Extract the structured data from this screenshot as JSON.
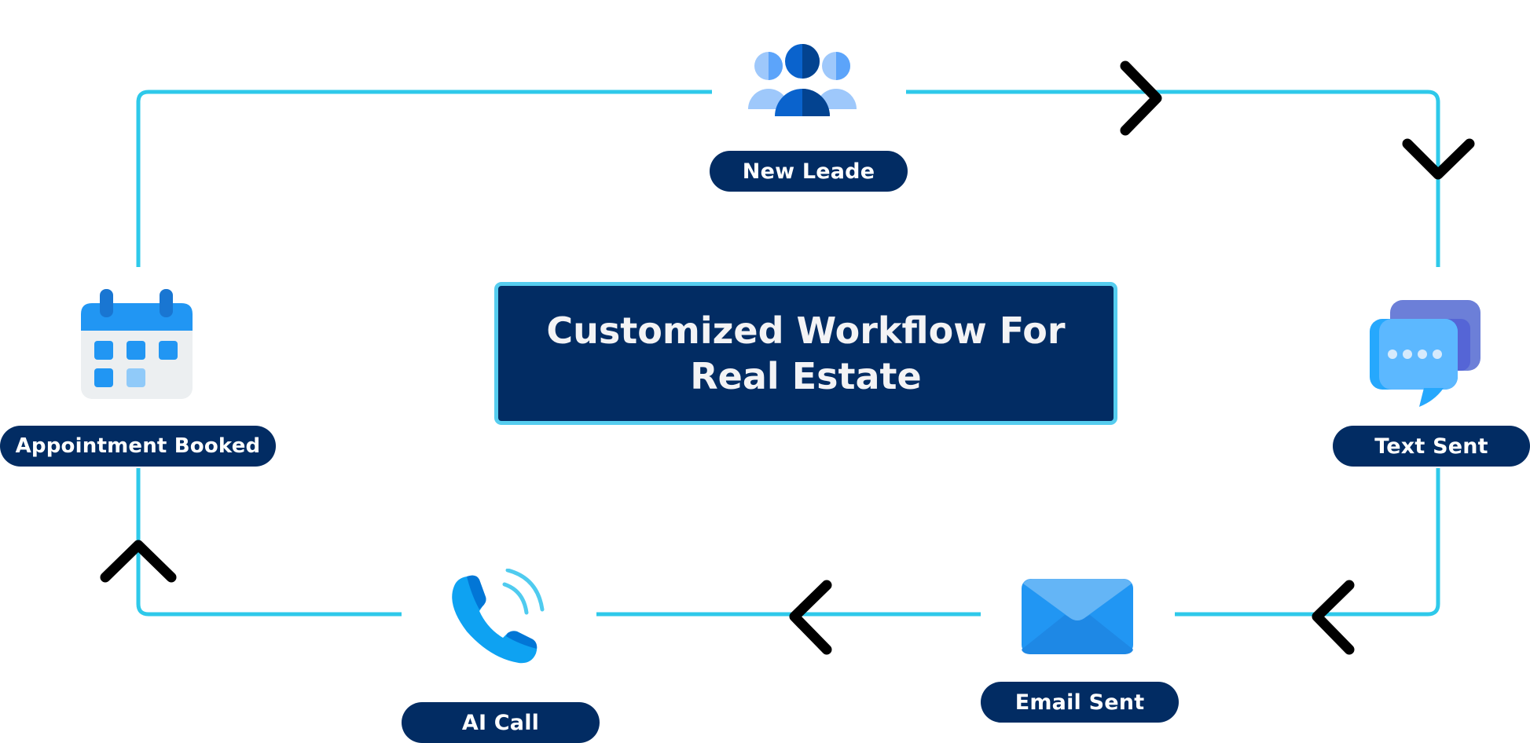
{
  "title": "Customized Workflow For Real Estate",
  "colors": {
    "connector": "#2ec9ea",
    "pill_bg": "#022c63",
    "box_bg": "#022c63",
    "box_border": "#56cdef",
    "arrow": "#000000",
    "text": "#ffffff"
  },
  "steps": [
    {
      "id": "new-lead",
      "label": "New Leade",
      "icon": "people-group-icon"
    },
    {
      "id": "text-sent",
      "label": "Text Sent",
      "icon": "chat-bubbles-icon"
    },
    {
      "id": "email-sent",
      "label": "Email Sent",
      "icon": "envelope-icon"
    },
    {
      "id": "ai-call",
      "label": "AI Call",
      "icon": "phone-call-icon"
    },
    {
      "id": "appointment-booked",
      "label": "Appointment Booked",
      "icon": "calendar-icon"
    }
  ],
  "arrows": [
    {
      "direction": "right",
      "between": "new-lead to text-sent"
    },
    {
      "direction": "down",
      "between": "new-lead to text-sent"
    },
    {
      "direction": "left",
      "between": "text-sent to email-sent"
    },
    {
      "direction": "left",
      "between": "email-sent to ai-call"
    },
    {
      "direction": "up",
      "between": "ai-call to appointment-booked"
    }
  ]
}
